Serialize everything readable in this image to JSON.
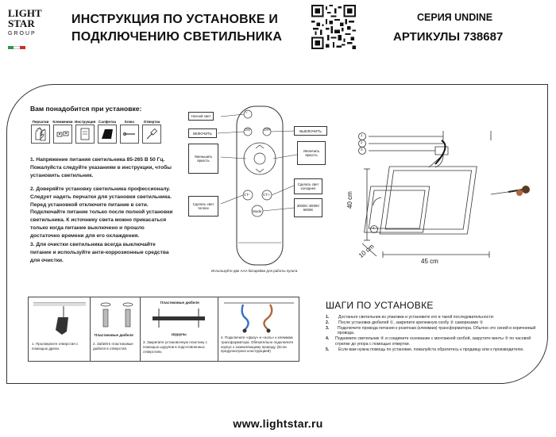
{
  "header": {
    "logo_line1": "LIGHT",
    "logo_line2": "STAR",
    "logo_line3": "GROUP",
    "title_line1": "ИНСТРУКЦИЯ ПО УСТАНОВКЕ И",
    "title_line2": "ПОДКЛЮЧЕНИЮ СВЕТИЛЬНИКА",
    "series": "СЕРИЯ UNDINE",
    "articles": "АРТИКУЛЫ 738687"
  },
  "tools": {
    "heading": "Вам понадобится при установке:",
    "items": [
      {
        "label": "Перчатки"
      },
      {
        "label": "Клеммники"
      },
      {
        "label": "Инструкция"
      },
      {
        "label": "Салфетка"
      },
      {
        "label": "Ключ"
      },
      {
        "label": "Отвертка"
      }
    ]
  },
  "paragraphs": {
    "p1": "1. Напряжение питания светильника 85-265 В 50 Гц. Пожалуйста следуйте указаниям в инструкции, чтобы установить светильник.",
    "p2": "2. Доверяйте установку светильника профессионалу. Следует надеть перчатки для установки светильника. Перед установкой отключите питание в сети. Подключайте питание только после полной установки светильника. К источнику света можно прикасаться только когда питание выключено и прошло достаточно времени для его охлаждения.",
    "p3": "3. Для очистки светильника всегда выключайте питание и используйте анти-коррозионные средства для очистки."
  },
  "remote": {
    "night": "Ночной свет",
    "on": "ВКЛЮЧИТЬ",
    "off": "ВЫКЛЮЧИТЬ",
    "dim": "Уменьшить яркость",
    "bright": "Увеличить яркость",
    "warm": "Сделать свет теплее",
    "cool": "Сделать свет холоднее",
    "modes": "3000K/ 4000K/ 6000K",
    "btn_on": "ON",
    "btn_off": "OFF",
    "btn_ct_minus": "CT-",
    "btn_ct_plus": "CT+",
    "btn_mode": "Mode",
    "note": "Используйте две AAA батарейки для работы пульта"
  },
  "dimensions": {
    "height": "40 cm",
    "width": "45 cm",
    "depth": "10 cm",
    "callouts": [
      "1",
      "2",
      "3",
      "4"
    ]
  },
  "install_steps": [
    {
      "caption": "1. Просверлите отверстия с помощью дрели."
    },
    {
      "caption": "2. Забейте пластиковые дюбеля в отверстия.",
      "label": "Пластиковые дюбеля"
    },
    {
      "caption": "3. Закрепите установочную пластину с помощью шурупов в подготовленных отверстиях.",
      "label_top": "Пластиковые дюбеля",
      "label_bottom": "Шурупы"
    },
    {
      "caption": "4. Подключите «фазу» и «ноль» к клеммам трансформатора. Обязательно подключите корпус к заземляющему проводу. (Если предусмотрено конструкцией)"
    }
  ],
  "steps": {
    "heading": "ШАГИ ПО УСТАНОВКЕ",
    "items": [
      {
        "n": "1.",
        "text": "Достаньте светильник из упаковки и установите его в такой последовательности:"
      },
      {
        "n": "2.",
        "text": "После установки дюбелей ①, закрепите крепежную скобу ② саморезами ③"
      },
      {
        "n": "3.",
        "text": "Подключите провода питания к розеткам (клеммам) трансформатора. Обычно это синий и коричневый провода."
      },
      {
        "n": "4.",
        "text": "Поднимите светильник ④ и соедините основание с монтажной скобой, закрутите винты ⑤ по часовой стрелке до упора с помощью отвертки."
      },
      {
        "n": "5.",
        "text": "Если вам нужна помощь по установке, пожалуйста обратитесь к продавцу или к производителю."
      }
    ]
  },
  "footer": {
    "url": "www.lightstar.ru"
  },
  "colors": {
    "flag_green": "#2e9a46",
    "flag_white": "#ffffff",
    "flag_red": "#d32a2a",
    "wire_blue": "#3a6fc4",
    "wire_brown": "#b0663a"
  }
}
